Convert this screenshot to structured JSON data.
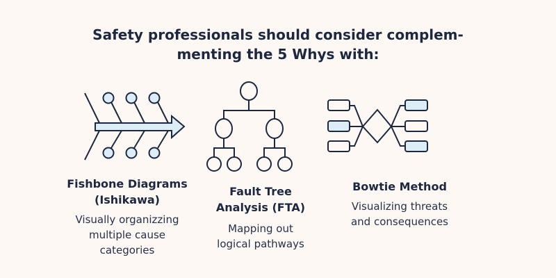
{
  "title": {
    "line1": "Safety professionals should consider complem-",
    "line2": "menting the 5 Whys with:"
  },
  "methods": [
    {
      "name_line1": "Fishbone Diagrams",
      "name_line2": "(Ishikawa)",
      "desc_line1": "Visually organizzing",
      "desc_line2": "multiple cause",
      "desc_line3": "categories",
      "icon": "fishbone-diagram-icon"
    },
    {
      "name_line1": "Fault Tree",
      "name_line2": "Analysis (FTA)",
      "desc_line1": "Mapping out",
      "desc_line2": "logical pathways",
      "icon": "fault-tree-icon"
    },
    {
      "name_line1": "Bowtie Method",
      "desc_line1": "Visualizing threats",
      "desc_line2": "and consequences",
      "icon": "bowtie-icon"
    }
  ],
  "colors": {
    "background": "#fdf8f4",
    "stroke": "#1c2740",
    "fill": "#dcedf8"
  }
}
